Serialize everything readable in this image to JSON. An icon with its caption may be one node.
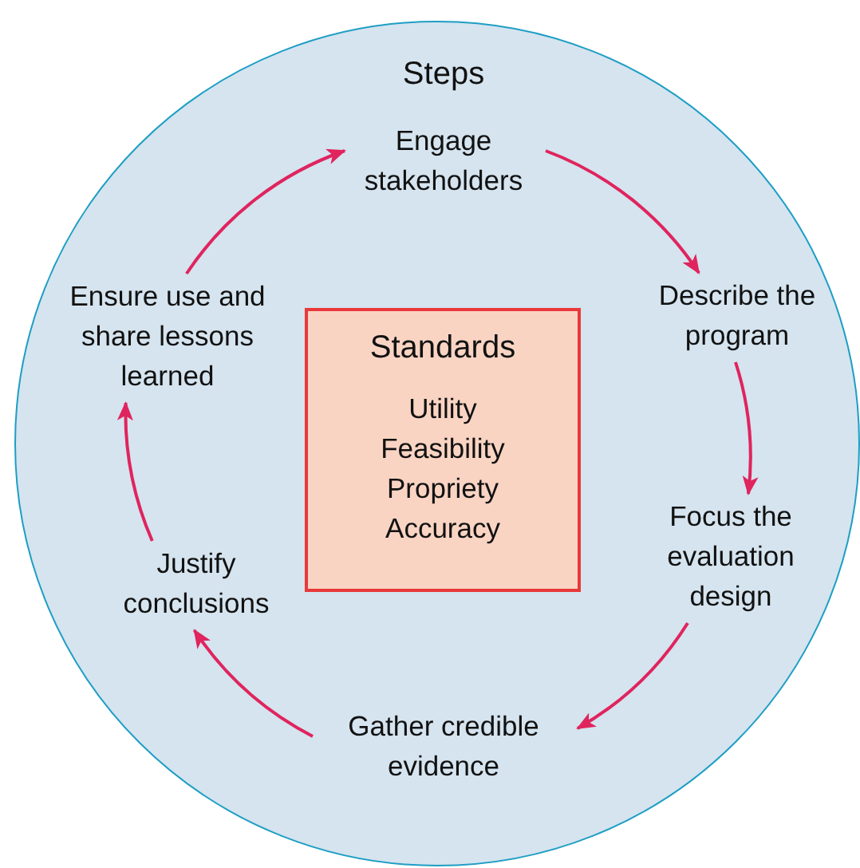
{
  "diagram": {
    "nodes": [
      {
        "text": [
          "Steps"
        ]
      },
      {
        "text": [
          "Engage stakeholders"
        ],
        "in": 0
      },
      {
        "text": [
          "Describe the program"
        ],
        "in": 0
      },
      {
        "text": [
          "Focus the evaluation design"
        ],
        "in": 0
      },
      {
        "text": [
          "Gather credible evidence"
        ],
        "in": 0
      },
      {
        "text": [
          "Justify conclusions"
        ],
        "in": 0
      },
      {
        "text": [
          "Ensure use and share lessons learned"
        ],
        "in": 0
      },
      {
        "text": [
          "Standards",
          "Utility",
          "Feasibility",
          "Propriety",
          "Accuracy"
        ],
        "in": 0
      }
    ],
    "edges": [
      {
        "from": 1,
        "to": 2,
        "arrow": "to"
      },
      {
        "from": 2,
        "to": 3,
        "arrow": "to"
      },
      {
        "from": 3,
        "to": 4,
        "arrow": "to"
      },
      {
        "from": 4,
        "to": 5,
        "arrow": "to"
      },
      {
        "from": 5,
        "to": 6,
        "arrow": "to"
      },
      {
        "from": 6,
        "to": 1,
        "arrow": "to"
      }
    ]
  }
}
